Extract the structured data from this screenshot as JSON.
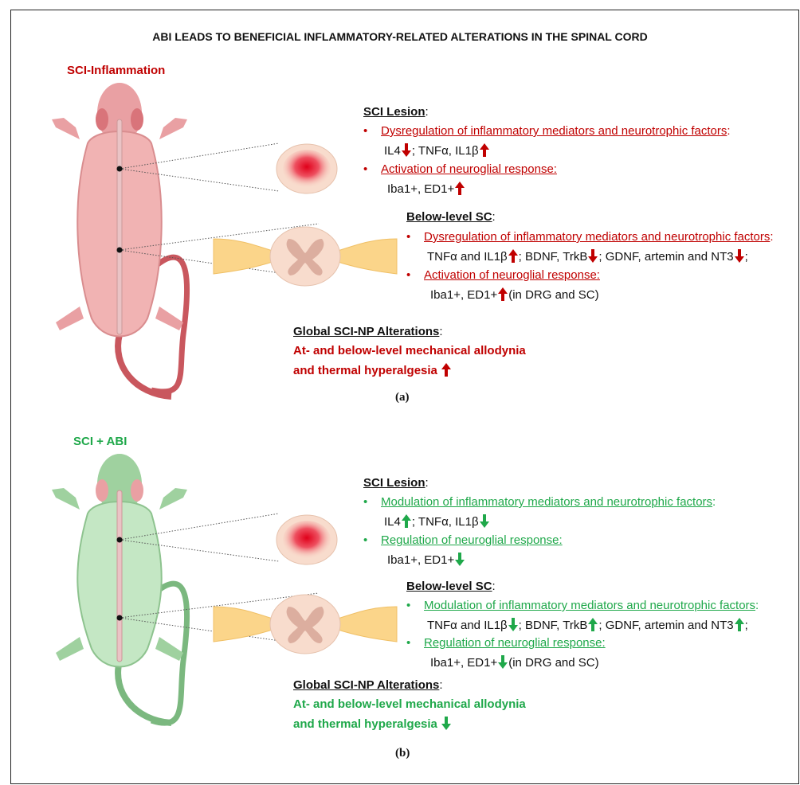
{
  "title": "ABI LEADS TO BENEFICIAL INFLAMMATORY-RELATED ALTERATIONS IN THE SPINAL CORD",
  "colors": {
    "red": "#c00000",
    "green": "#1fa84a",
    "arrow_red": "#c00000",
    "arrow_green": "#1fa84a"
  },
  "panel_a": {
    "label": "SCI-Inflammation",
    "lesion_heading": "SCI Lesion",
    "lesion_b1": "Dysregulation of inflammatory mediators and neurotrophic factors",
    "lesion_l1a": "IL4",
    "lesion_l1b": "; TNFα, IL1β",
    "lesion_b2": "Activation of neuroglial response:",
    "lesion_l2": "Iba1+, ED1+",
    "below_heading": "Below-level SC",
    "below_b1": "Dysregulation of inflammatory mediators and neurotrophic factors",
    "below_l1a": "TNFα and IL1β",
    "below_l1b": "; BDNF, TrkB",
    "below_l1c": "; GDNF, artemin and NT3",
    "below_b2": "Activation of neuroglial response:",
    "below_l2a": "Iba1+, ED1+",
    "below_l2b": "(in DRG and SC)",
    "global_heading": "Global SCI-NP Alterations",
    "global_l1": "At- and below-level mechanical allodynia",
    "global_l2": "and thermal hyperalgesia",
    "caption": "(a)"
  },
  "panel_b": {
    "label": "SCI + ABI",
    "lesion_heading": "SCI Lesion",
    "lesion_b1": "Modulation of inflammatory mediators and neurotrophic factors",
    "lesion_l1a": "IL4",
    "lesion_l1b": "; TNFα, IL1β",
    "lesion_b2": "Regulation of neuroglial response:",
    "lesion_l2": "Iba1+, ED1+",
    "below_heading": "Below-level SC",
    "below_b1": "Modulation of inflammatory mediators and neurotrophic factors",
    "below_l1a": "TNFα and IL1β",
    "below_l1b": "; BDNF, TrkB",
    "below_l1c": "; GDNF, artemin and NT3",
    "below_b2": "Regulation of neuroglial response:",
    "below_l2a": "Iba1+, ED1+",
    "below_l2b": "(in DRG and SC)",
    "global_heading": "Global SCI-NP Alterations",
    "global_l1": "At- and below-level mechanical allodynia",
    "global_l2": "and thermal hyperalgesia",
    "caption": "(b)"
  }
}
